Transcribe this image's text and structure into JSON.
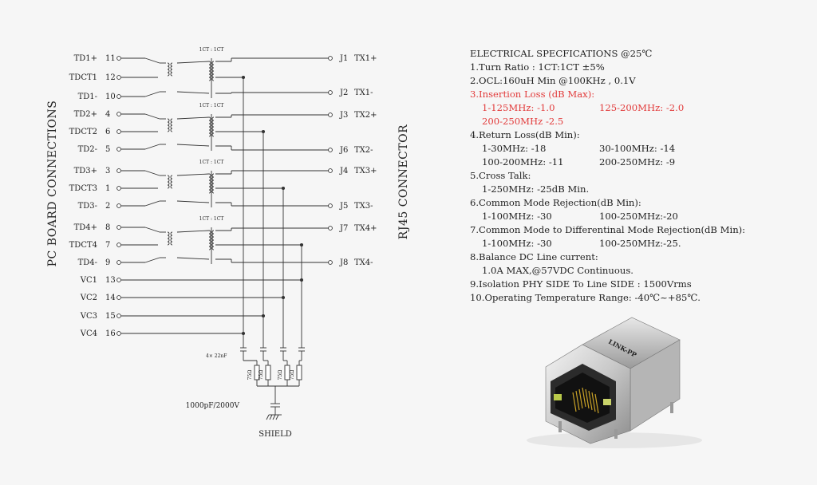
{
  "left_label": "PC BOARD CONNECTIONS",
  "right_label": "RJ45 CONNECTOR",
  "ratio_label": "1CT : 1CT",
  "channels": [
    {
      "pins": [
        {
          "name": "TD1+",
          "num": "11"
        },
        {
          "name": "TDCT1",
          "num": "12"
        },
        {
          "name": "TD1-",
          "num": "10"
        }
      ]
    },
    {
      "pins": [
        {
          "name": "TD2+",
          "num": "4"
        },
        {
          "name": "TDCT2",
          "num": "6"
        },
        {
          "name": "TD2-",
          "num": "5"
        }
      ]
    },
    {
      "pins": [
        {
          "name": "TD3+",
          "num": "3"
        },
        {
          "name": "TDCT3",
          "num": "1"
        },
        {
          "name": "TD3-",
          "num": "2"
        }
      ]
    },
    {
      "pins": [
        {
          "name": "TD4+",
          "num": "8"
        },
        {
          "name": "TDCT4",
          "num": "7"
        },
        {
          "name": "TD4-",
          "num": "9"
        }
      ]
    }
  ],
  "vc_pins": [
    {
      "name": "VC1",
      "num": "13"
    },
    {
      "name": "VC2",
      "num": "14"
    },
    {
      "name": "VC3",
      "num": "15"
    },
    {
      "name": "VC4",
      "num": "16"
    }
  ],
  "rj45_pins": [
    {
      "name": "J1",
      "sig": "TX1+"
    },
    {
      "name": "J2",
      "sig": "TX1-"
    },
    {
      "name": "J3",
      "sig": "TX2+"
    },
    {
      "name": "J6",
      "sig": "TX2-"
    },
    {
      "name": "J4",
      "sig": "TX3+"
    },
    {
      "name": "J5",
      "sig": "TX3-"
    },
    {
      "name": "J7",
      "sig": "TX4+"
    },
    {
      "name": "J8",
      "sig": "TX4-"
    }
  ],
  "cap_label": "4× 22nF",
  "resistor_label": "75Ω",
  "hv_cap_label": "1000pF/2000V",
  "shield_label": "SHIELD",
  "brand": "LINK-PP",
  "spec": {
    "title": "ELECTRICAL SPECFICATIONS @25℃",
    "s1": "1.Turn Ratio : 1CT:1CT ±5%",
    "s2": "2.OCL:160uH Min @100KHz , 0.1V",
    "s3": "3.Insertion Loss (dB Max):",
    "s3a": "1-125MHz: -1.0",
    "s3b": "125-200MHz: -2.0",
    "s3c": "200-250MHz -2.5",
    "s4": "4.Return Loss(dB Min):",
    "s4a": "1-30MHz: -18",
    "s4b": "30-100MHz: -14",
    "s4c": "100-200MHz: -11",
    "s4d": "200-250MHz: -9",
    "s5": "5.Cross Talk:",
    "s5a": "1-250MHz: -25dB Min.",
    "s6": "6.Common Mode Rejection(dB Min):",
    "s6a": "1-100MHz: -30",
    "s6b": "100-250MHz:-20",
    "s7": "7.Common Mode to Differentinal Mode Rejection(dB Min):",
    "s7a": "1-100MHz: -30",
    "s7b": "100-250MHz:-25.",
    "s8": "8.Balance DC Line current:",
    "s8a": "1.0A MAX,@57VDC Continuous.",
    "s9": "9.Isolation PHY SIDE To Line SIDE : 1500Vrms",
    "s10": "10.Operating Temperature Range: -40℃~+85℃."
  }
}
